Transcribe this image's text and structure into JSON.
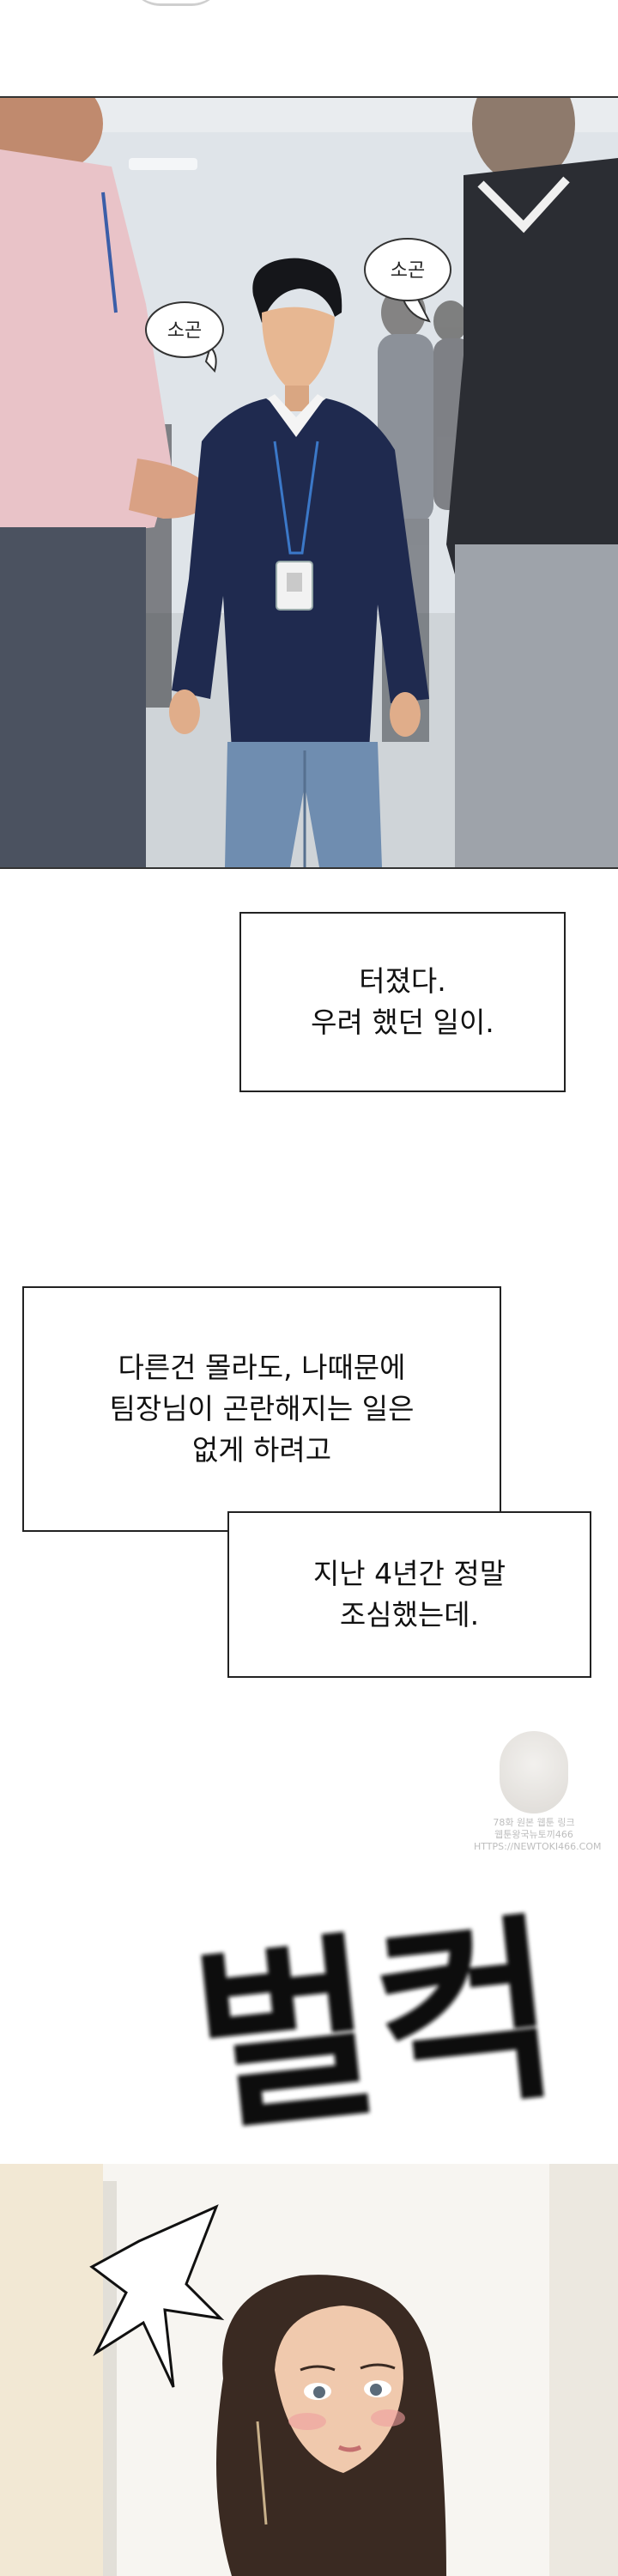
{
  "panel_office": {
    "bubble_left": "소곤",
    "bubble_right": "소곤"
  },
  "narration": {
    "box1": [
      "터졌다.",
      "우려 했던 일이."
    ],
    "box2": [
      "다른건 몰라도, 나때문에",
      "팀장님이 곤란해지는 일은",
      "없게 하려고"
    ],
    "box3": [
      "지난 4년간 정말",
      "조심했는데."
    ]
  },
  "sfx": {
    "text": "벌컥"
  },
  "watermark": {
    "line1": "78화 원본 웹툰 링크",
    "line2": "웹툰왕국뉴토끼466",
    "line3": "HTTPS://NEWTOKI466.COM"
  },
  "colors": {
    "panel_border": "#333333",
    "narration_border": "#222222",
    "sweater": "#1f2a4f",
    "jeans": "#6f8db0"
  }
}
